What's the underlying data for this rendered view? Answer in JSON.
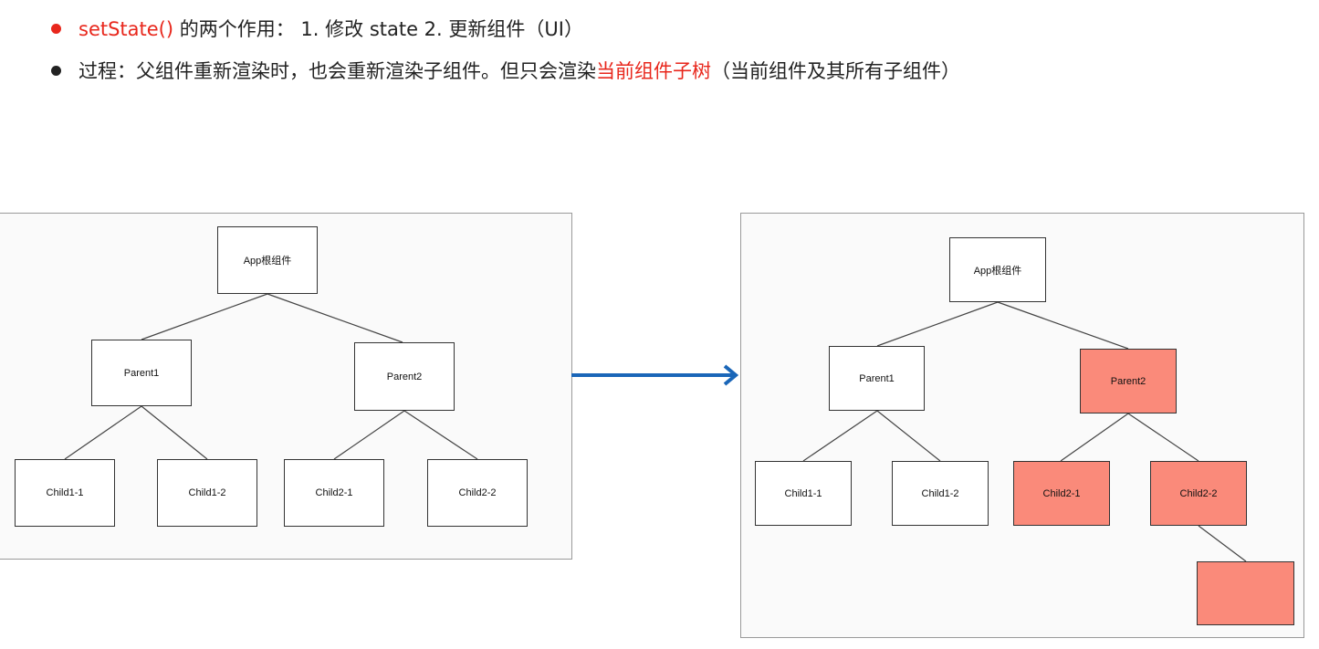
{
  "bullets": [
    {
      "dot_color": "#e8271c",
      "red_part": "setState()",
      "text": " 的两个作用： 1. 修改 state 2. 更新组件（UI）"
    },
    {
      "dot_color": "#222222",
      "text_before": "过程：父组件重新渲染时，也会重新渲染子组件。但只会渲染",
      "red_part": "当前组件子树",
      "text_after": "（当前组件及其所有子组件）"
    }
  ],
  "colors": {
    "red_text": "#e8271c",
    "highlight_fill": "#fa8a7a",
    "arrow": "#1a66b8"
  },
  "diagram_before": {
    "nodes": {
      "app": "App根组件",
      "parent1": "Parent1",
      "parent2": "Parent2",
      "child1_1": "Child1-1",
      "child1_2": "Child1-2",
      "child2_1": "Child2-1",
      "child2_2": "Child2-2"
    }
  },
  "diagram_after": {
    "nodes": {
      "app": "App根组件",
      "parent1": "Parent1",
      "parent2": "Parent2",
      "child1_1": "Child1-1",
      "child1_2": "Child1-2",
      "child2_1": "Child2-1",
      "child2_2": "Child2-2",
      "grandchild": ""
    },
    "highlighted": [
      "parent2",
      "child2_1",
      "child2_2",
      "grandchild"
    ]
  }
}
